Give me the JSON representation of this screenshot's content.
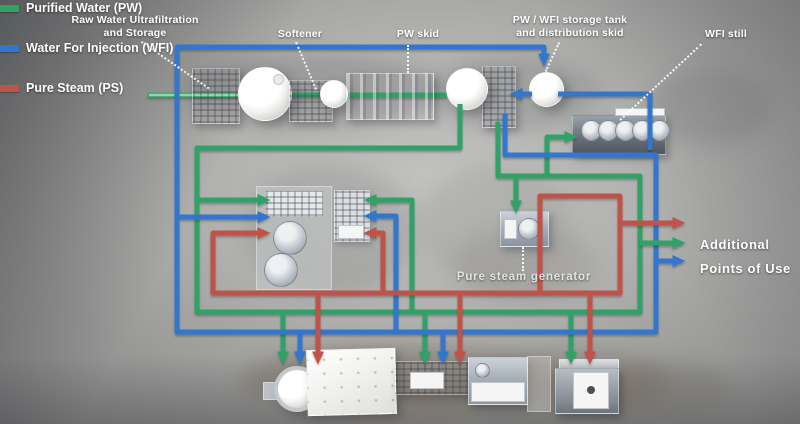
{
  "legend": {
    "items": [
      {
        "id": "pw",
        "label": "Purified Water (PW)"
      },
      {
        "id": "wfi",
        "label": "Water For Injection (WFI)"
      },
      {
        "id": "ps",
        "label": "Pure Steam (PS)"
      }
    ]
  },
  "equipment_labels": {
    "raw_water_line1": "Raw Water Ultrafiltration",
    "raw_water_line2": "and Storage",
    "softener": "Softener",
    "pw_skid": "PW skid",
    "pw_wfi_line1": "PW / WFI storage tank",
    "pw_wfi_line2": "and distribution skid",
    "wfi_still": "WFI still",
    "pure_steam_generator": "Pure steam generator"
  },
  "points_of_use": {
    "line1": "Additional",
    "line2": "Points of Use"
  },
  "colors": {
    "pw": "#30a267",
    "wfi": "#3277cd",
    "ps": "#c05349",
    "pw_feed_light": "#90d8aa",
    "label_text": "#ffffff"
  }
}
